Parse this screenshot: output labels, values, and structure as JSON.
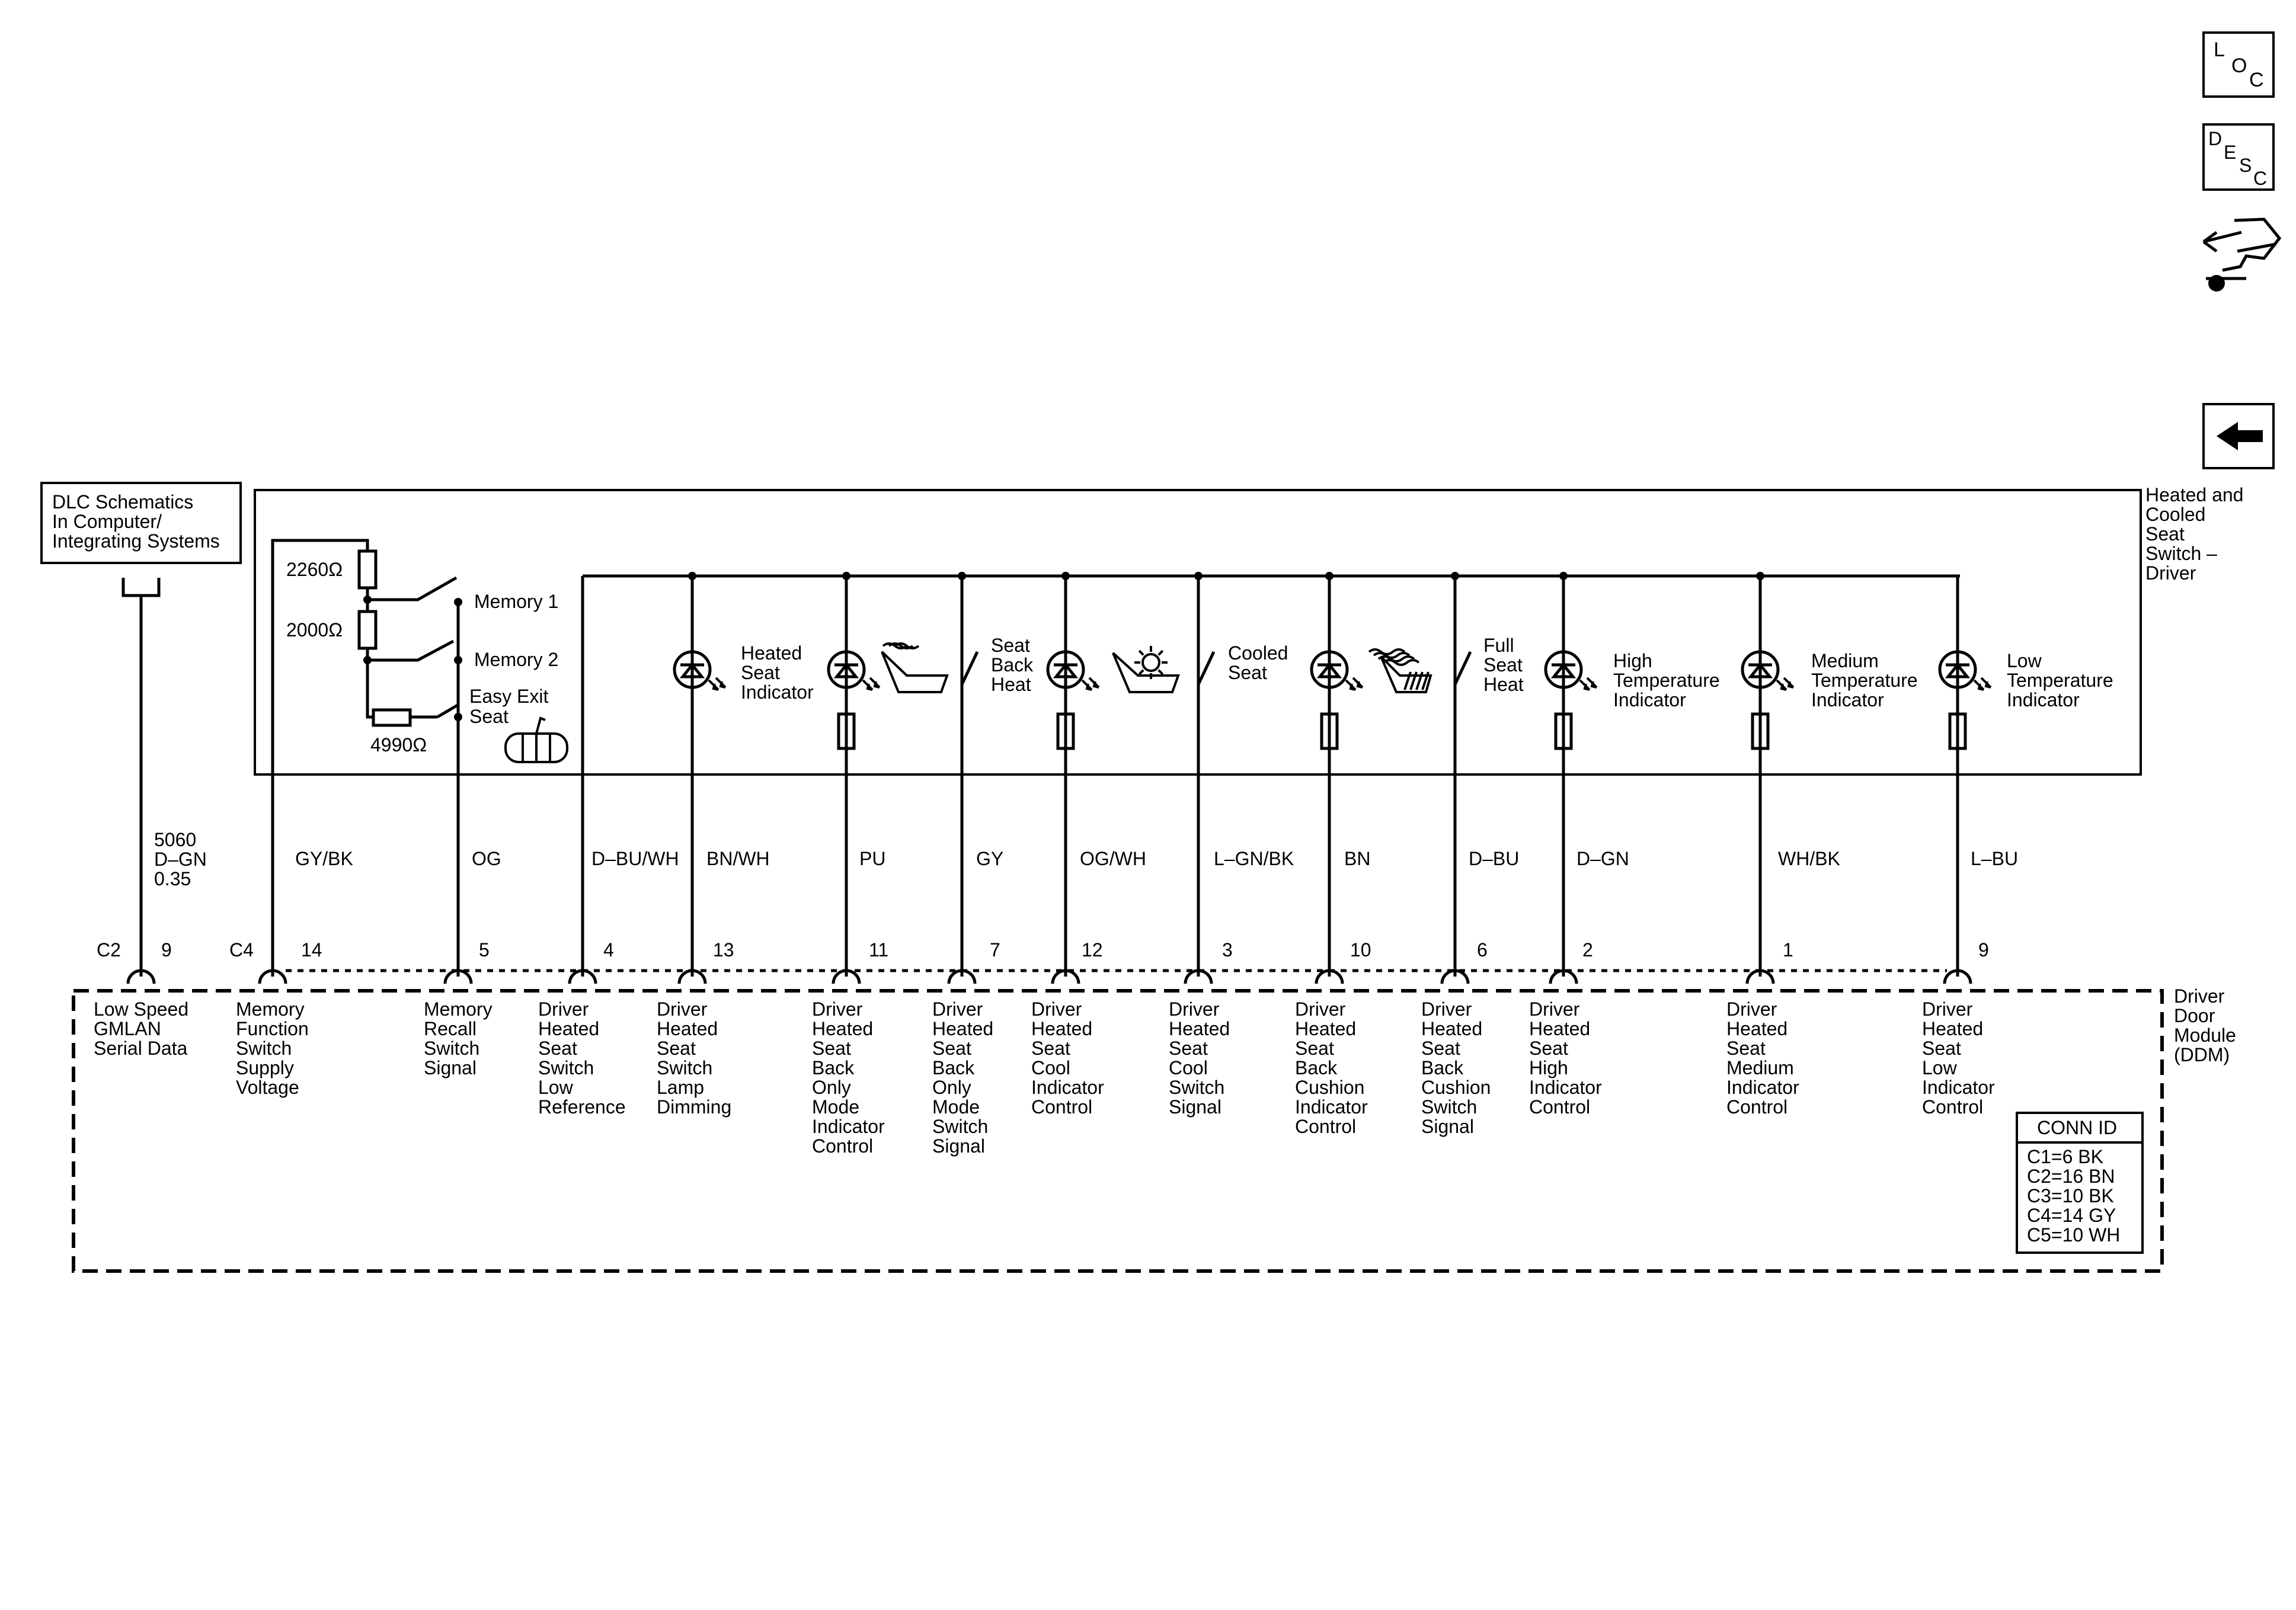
{
  "nav": {
    "loc_letters": [
      "L",
      "O",
      "C"
    ],
    "desc_letters": [
      "D",
      "E",
      "S",
      "C"
    ],
    "back_icon": "arrow-left-icon",
    "connector_icon": "connector-view-icon"
  },
  "dlc": {
    "lines": [
      "DLC Schematics",
      "In Computer/",
      "Integrating Systems"
    ]
  },
  "switch_assembly": {
    "lines": [
      "Heated and",
      "Cooled",
      "Seat",
      "Switch –",
      "Driver"
    ]
  },
  "memory": {
    "resistors": [
      "2260Ω",
      "2000Ω",
      "4990Ω"
    ],
    "memory1": "Memory 1",
    "memory2": "Memory 2",
    "easy_exit": [
      "Easy Exit",
      "Seat"
    ]
  },
  "components": {
    "heated_seat_indicator": [
      "Heated",
      "Seat",
      "Indicator"
    ],
    "seat_back_heat": [
      "Seat",
      "Back",
      "Heat"
    ],
    "cooled_seat": [
      "Cooled",
      "Seat"
    ],
    "full_seat_heat": [
      "Full",
      "Seat",
      "Heat"
    ],
    "high_temp": [
      "High",
      "Temperature",
      "Indicator"
    ],
    "medium_temp": [
      "Medium",
      "Temperature",
      "Indicator"
    ],
    "low_temp": [
      "Low",
      "Temperature",
      "Indicator"
    ]
  },
  "dlc_wire": {
    "lines": [
      "5060",
      "D–GN",
      "0.35"
    ]
  },
  "wires": [
    {
      "color": "GY/BK",
      "pin": "14",
      "desc": [
        "Memory",
        "Function",
        "Switch",
        "Supply",
        "Voltage"
      ]
    },
    {
      "color": "OG",
      "pin": "5",
      "desc": [
        "Memory",
        "Recall",
        "Switch",
        "Signal"
      ]
    },
    {
      "color": "D–BU/WH",
      "pin": "4",
      "desc": [
        "Driver",
        "Heated",
        "Seat",
        "Switch",
        "Low",
        "Reference"
      ]
    },
    {
      "color": "BN/WH",
      "pin": "13",
      "desc": [
        "Driver",
        "Heated",
        "Seat",
        "Switch",
        "Lamp",
        "Dimming"
      ]
    },
    {
      "color": "PU",
      "pin": "11",
      "desc": [
        "Driver",
        "Heated",
        "Seat",
        "Back",
        "Only",
        "Mode",
        "Indicator",
        "Control"
      ]
    },
    {
      "color": "GY",
      "pin": "7",
      "desc": [
        "Driver",
        "Heated",
        "Seat",
        "Back",
        "Only",
        "Mode",
        "Switch",
        "Signal"
      ]
    },
    {
      "color": "OG/WH",
      "pin": "12",
      "desc": [
        "Driver",
        "Heated",
        "Seat",
        "Cool",
        "Indicator",
        "Control"
      ]
    },
    {
      "color": "L–GN/BK",
      "pin": "3",
      "desc": [
        "Driver",
        "Heated",
        "Seat",
        "Cool",
        "Switch",
        "Signal"
      ]
    },
    {
      "color": "BN",
      "pin": "10",
      "desc": [
        "Driver",
        "Heated",
        "Seat",
        "Back",
        "Cushion",
        "Indicator",
        "Control"
      ]
    },
    {
      "color": "D–BU",
      "pin": "6",
      "desc": [
        "Driver",
        "Heated",
        "Seat",
        "Back",
        "Cushion",
        "Switch",
        "Signal"
      ]
    },
    {
      "color": "D–GN",
      "pin": "2",
      "desc": [
        "Driver",
        "Heated",
        "Seat",
        "High",
        "Indicator",
        "Control"
      ]
    },
    {
      "color": "WH/BK",
      "pin": "1",
      "desc": [
        "Driver",
        "Heated",
        "Seat",
        "Medium",
        "Indicator",
        "Control"
      ]
    },
    {
      "color": "L–BU",
      "pin": "9",
      "desc": [
        "Driver",
        "Heated",
        "Seat",
        "Low",
        "Indicator",
        "Control"
      ]
    }
  ],
  "connectors": {
    "c2": "C2",
    "c2_pin": "9",
    "c4": "C4",
    "c2_desc": [
      "Low Speed",
      "GMLAN",
      "Serial Data"
    ]
  },
  "module": {
    "lines": [
      "Driver",
      "Door",
      "Module",
      "(DDM)"
    ]
  },
  "conn_id": {
    "title": "CONN ID",
    "lines": [
      "C1=6 BK",
      "C2=16 BN",
      "C3=10 BK",
      "C4=14 GY",
      "C5=10 WH"
    ]
  }
}
